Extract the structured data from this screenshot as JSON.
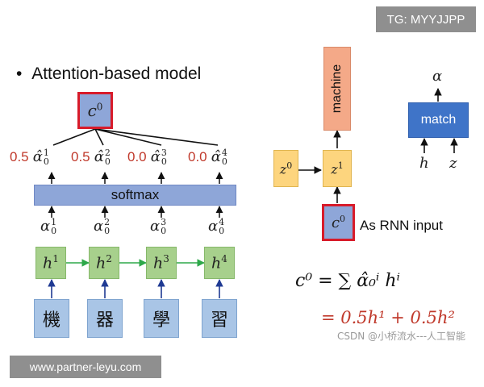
{
  "watermarks": {
    "top_right": "TG: MYYJJPP",
    "bottom_left": "www.partner-leyu.com",
    "csdn": "CSDN @小桥流水---人工智能"
  },
  "left_panel": {
    "bullet": "•",
    "heading": "Attention-based model",
    "context_vector": {
      "base": "c",
      "sup": "0"
    },
    "softmax_label": "softmax",
    "weights": [
      {
        "value": "0.5",
        "base": "α̂",
        "sub": "0",
        "sup": "1"
      },
      {
        "value": "0.5",
        "base": "α̂",
        "sub": "0",
        "sup": "2"
      },
      {
        "value": "0.0",
        "base": "α̂",
        "sub": "0",
        "sup": "3"
      },
      {
        "value": "0.0",
        "base": "α̂",
        "sub": "0",
        "sup": "4"
      }
    ],
    "scores": [
      {
        "base": "α",
        "sub": "0",
        "sup": "1"
      },
      {
        "base": "α",
        "sub": "0",
        "sup": "2"
      },
      {
        "base": "α",
        "sub": "0",
        "sup": "3"
      },
      {
        "base": "α",
        "sub": "0",
        "sup": "4"
      }
    ],
    "hidden": [
      {
        "base": "h",
        "sup": "1"
      },
      {
        "base": "h",
        "sup": "2"
      },
      {
        "base": "h",
        "sup": "3"
      },
      {
        "base": "h",
        "sup": "4"
      }
    ],
    "inputs": [
      "機",
      "器",
      "學",
      "習"
    ]
  },
  "right_panel": {
    "output_word": "machine",
    "decoder_state_prev": {
      "base": "z",
      "sup": "0"
    },
    "decoder_state_next": {
      "base": "z",
      "sup": "1"
    },
    "context_vector": {
      "base": "c",
      "sup": "0"
    },
    "rnn_input_label": "As RNN input",
    "match": {
      "label": "match",
      "output": "α",
      "input_h": "h",
      "input_z": "z"
    },
    "equation_line1": "c⁰ = ∑ α̂₀ⁱ hⁱ",
    "equation_line2": "= 0.5h¹ + 0.5h²"
  },
  "colors": {
    "context_fill": "#8ea6d8",
    "context_border": "#d81b2a",
    "softmax_fill": "#8ea6d8",
    "hidden_fill": "#a7d08c",
    "input_fill": "#a9c5e6",
    "decoder_fill": "#fdd57e",
    "output_fill": "#f4a988",
    "match_fill": "#3f74c8",
    "weight_text": "#c0392b",
    "recurrent_arrow": "#2ea84a",
    "input_arrow": "#1f3a93",
    "equation_red": "#c0392b"
  }
}
